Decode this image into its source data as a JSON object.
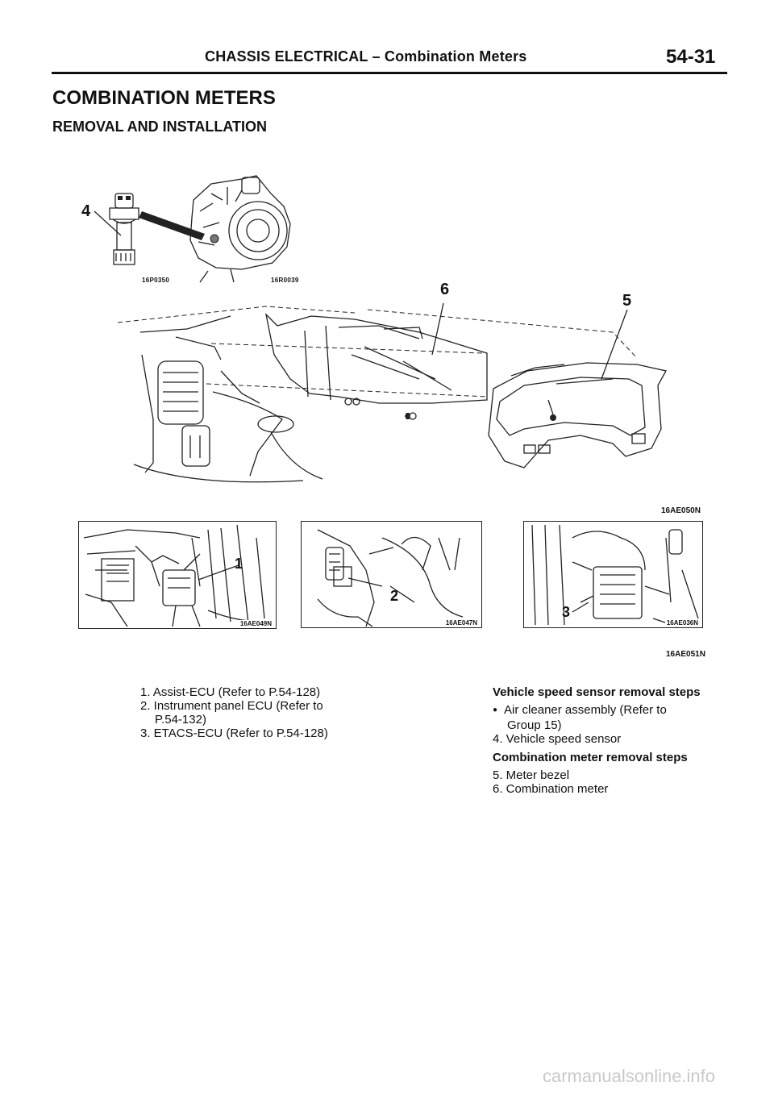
{
  "header": {
    "title": "CHASSIS ELECTRICAL – Combination Meters",
    "page_number": "54-31"
  },
  "section": {
    "title": "COMBINATION METERS",
    "subtitle": "REMOVAL AND INSTALLATION"
  },
  "figure": {
    "codes": {
      "sensor": "16P0350",
      "transaxle": "16R0039",
      "main": "16AE050N",
      "panel_1": "16AE049N",
      "panel_2": "16AE047N",
      "panel_3": "16AE036N",
      "group": "16AE051N"
    },
    "callouts": {
      "c1": "1",
      "c2": "2",
      "c3": "3",
      "c4": "4",
      "c5": "5",
      "c6": "6"
    }
  },
  "left_list": {
    "items": [
      "1. Assist-ECU (Refer to P.54-128)",
      "2. Instrument panel ECU (Refer to",
      "P.54-132)",
      "3. ETACS-ECU (Refer to P.54-128)"
    ]
  },
  "right_list": {
    "vss_heading": "Vehicle speed sensor removal steps",
    "vss_bullet_line1": "Air cleaner assembly (Refer to",
    "vss_bullet_line2": "Group 15)",
    "vss_step": "4. Vehicle speed sensor",
    "meter_heading": "Combination meter removal steps",
    "meter_steps": [
      "5. Meter bezel",
      "6. Combination meter"
    ]
  },
  "watermark": "carmanualsonline.info"
}
